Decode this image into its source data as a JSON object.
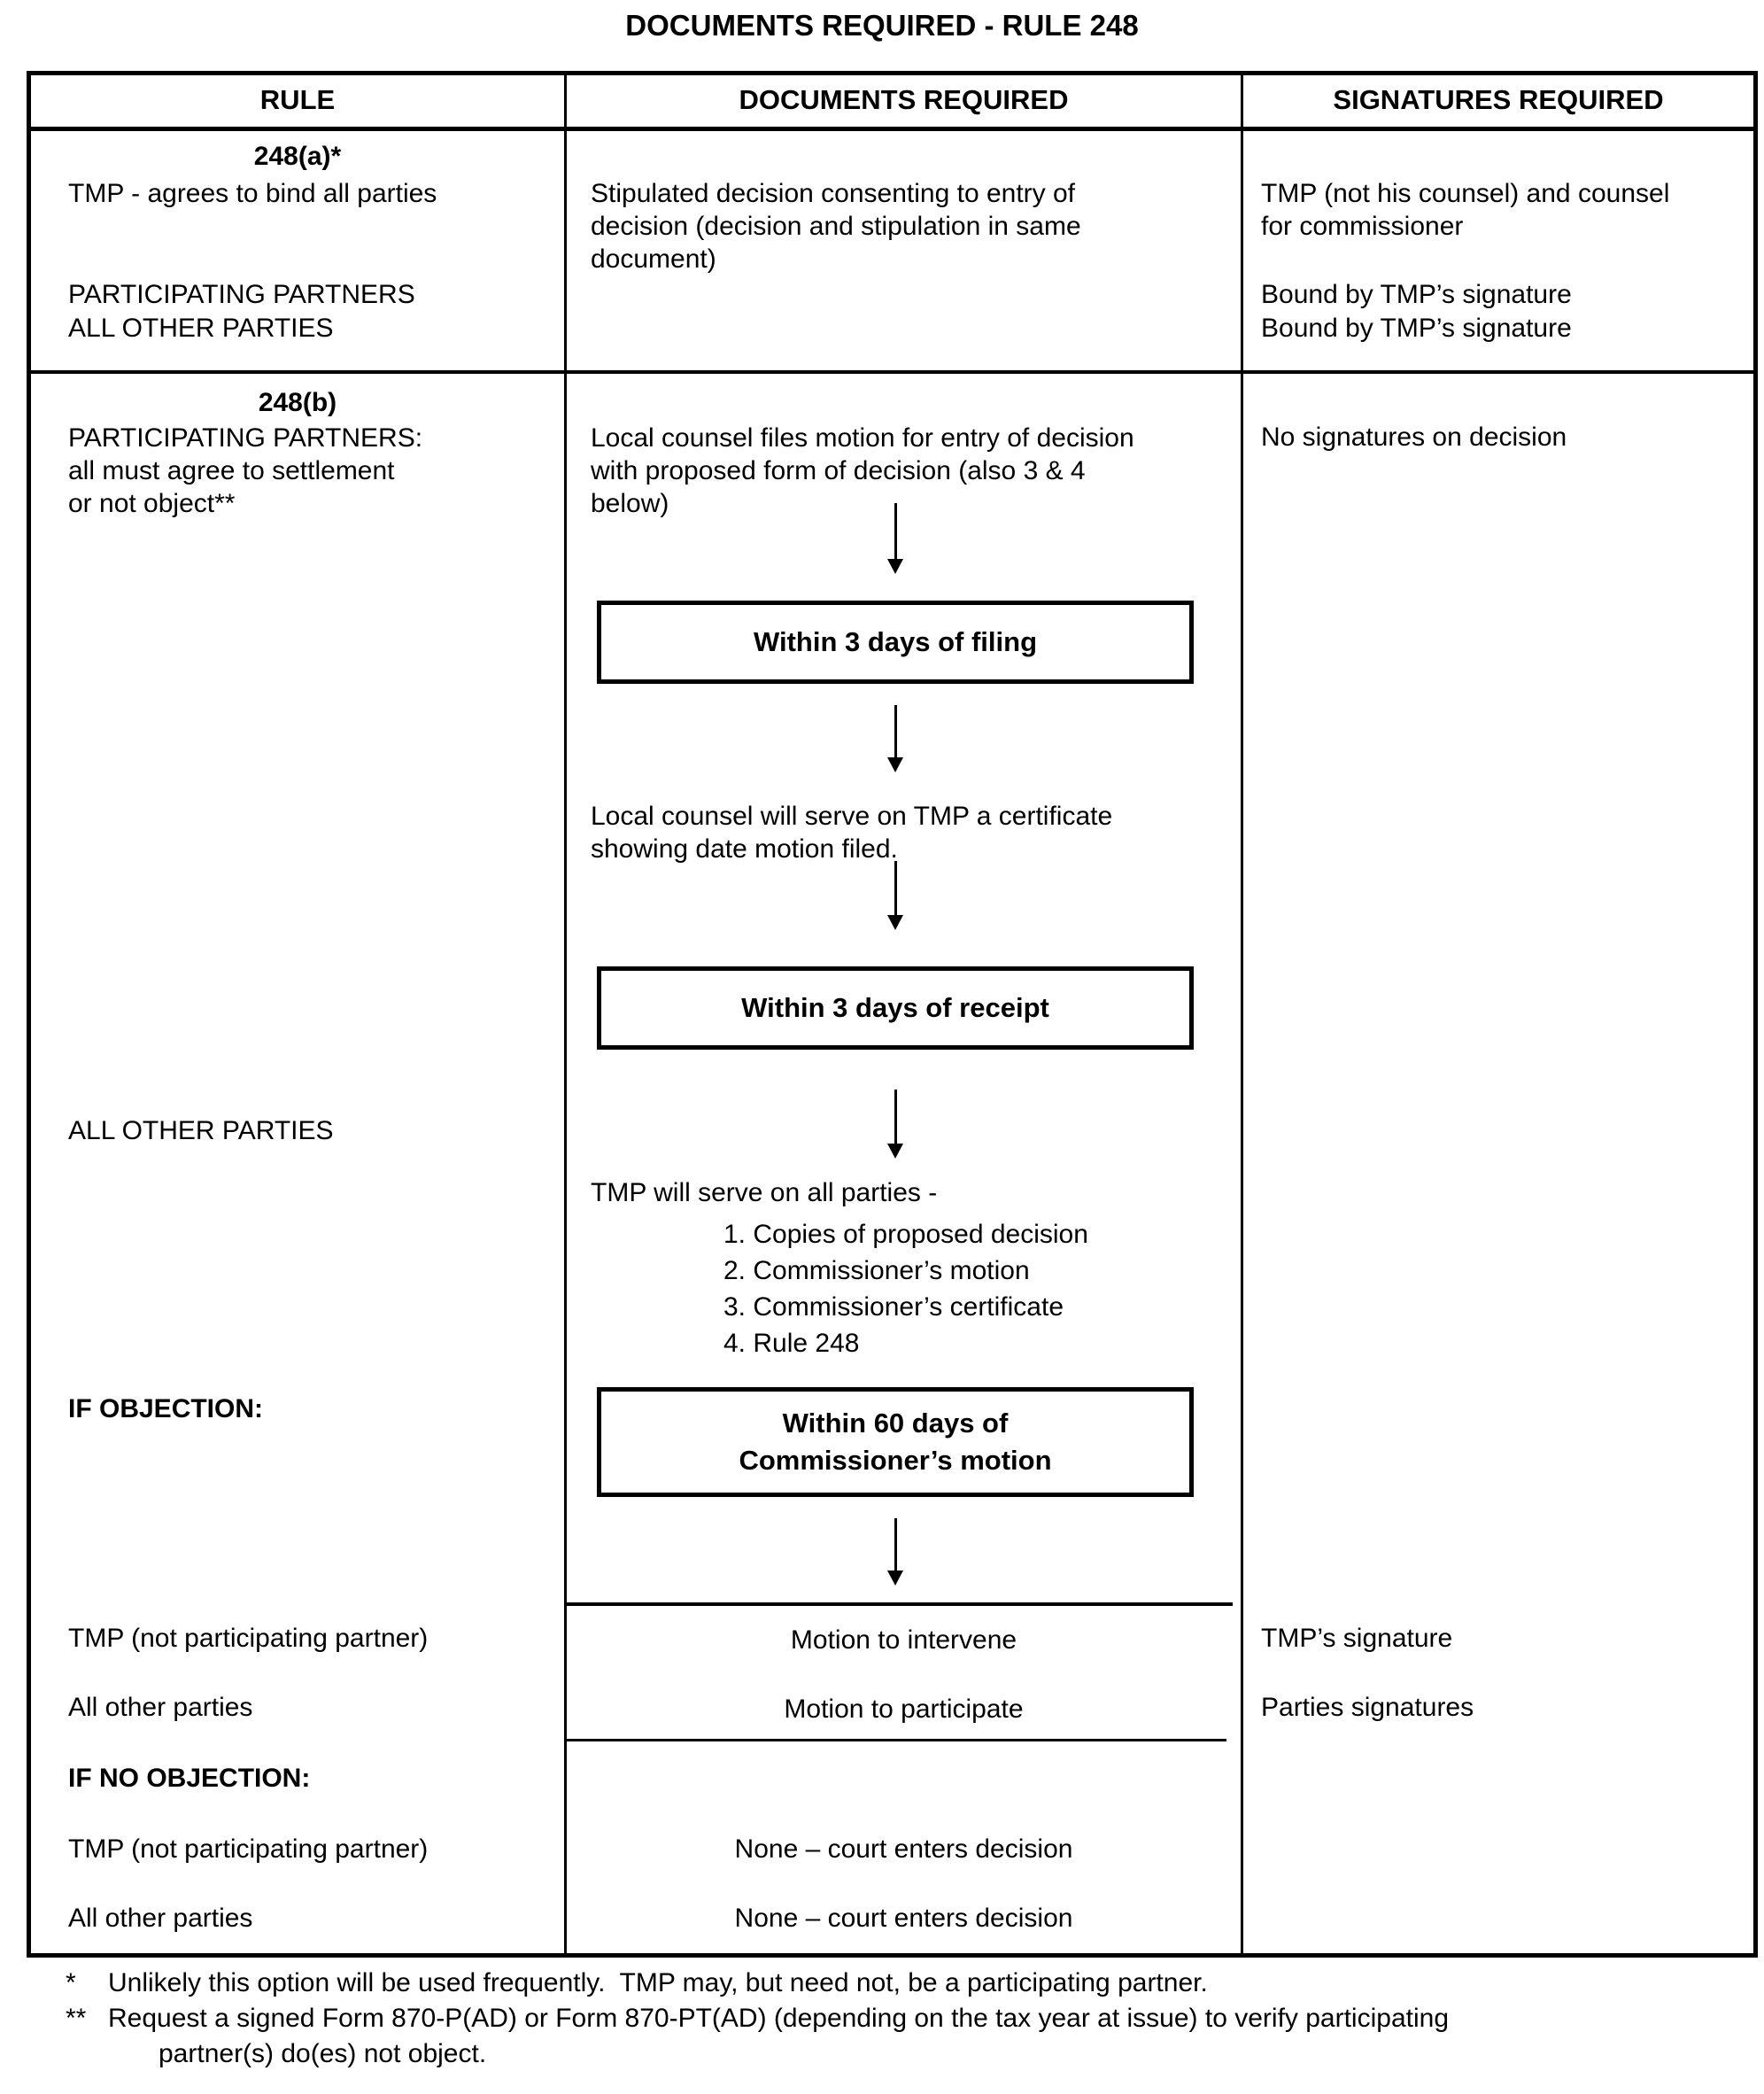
{
  "page": {
    "title": "DOCUMENTS REQUIRED - RULE 248"
  },
  "table": {
    "headers": [
      "RULE",
      "DOCUMENTS REQUIRED",
      "SIGNATURES REQUIRED"
    ],
    "row_a": {
      "rule_heading": "248(a)*",
      "rule_text": "TMP - agrees to bind all parties",
      "rule_party_1": "PARTICIPATING PARTNERS",
      "rule_party_2": "ALL OTHER PARTIES",
      "documents": "Stipulated decision consenting to entry of decision (decision and stipulation in same document)",
      "sig_main": "TMP (not his counsel) and counsel for commissioner",
      "sig_bound_1": "Bound by TMP’s signature",
      "sig_bound_2": "Bound by TMP’s signature"
    },
    "row_b": {
      "rule_heading": "248(b)",
      "rule_line_1": "PARTICIPATING PARTNERS:",
      "rule_line_2": "all must agree to settlement",
      "rule_line_3": "or not object**",
      "all_other_parties": "ALL OTHER PARTIES",
      "if_objection": "IF OBJECTION:",
      "obj_rule_1": "TMP (not participating partner)",
      "obj_rule_2": "All other parties",
      "if_no_objection": "IF NO OBJECTION:",
      "noobj_rule_1": "TMP (not participating partner)",
      "noobj_rule_2": "All other parties",
      "sig_none": "No signatures on decision",
      "sig_tmp": "TMP’s signature",
      "sig_parties": "Parties signatures",
      "doc_motion_intervene": "Motion to intervene",
      "doc_motion_participate": "Motion to participate",
      "doc_none_1": "None – court enters decision",
      "doc_none_2": "None – court enters decision",
      "flow": {
        "step1": "Local counsel files motion for entry of decision with proposed form of decision (also 3 & 4 below)",
        "box1": "Within 3 days of filing",
        "step2": "Local counsel will serve on TMP a certificate showing date motion filed.",
        "box2": "Within 3 days of receipt",
        "step3_intro": "TMP will serve on all parties -",
        "step3_items": [
          "1. Copies of proposed decision",
          "2. Commissioner’s motion",
          "3. Commissioner’s certificate",
          "4. Rule 248"
        ],
        "box3_line1": "Within 60 days of",
        "box3_line2": "Commissioner’s motion"
      }
    }
  },
  "footnotes": {
    "fn1_marker": "*",
    "fn1_text": "Unlikely this option will be used frequently.  TMP may, but need not, be a participating partner.",
    "fn2_marker": "**",
    "fn2_line1": "Request a signed Form 870-P(AD) or Form 870-PT(AD) (depending on the tax year at issue) to verify participating",
    "fn2_line2": "partner(s) do(es) not object."
  }
}
